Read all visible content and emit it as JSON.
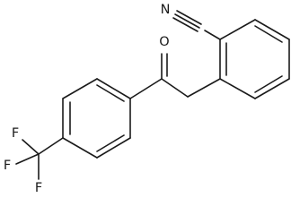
{
  "molecule": {
    "atoms": {
      "nitrile_carbon": "C",
      "nitrile_nitrogen": "N",
      "carbonyl_oxygen": "O",
      "fluorine_top": "F",
      "fluorine_left": "F",
      "fluorine_bottom": "F"
    },
    "line_color": "#1a1a1a",
    "background": "#ffffff"
  }
}
